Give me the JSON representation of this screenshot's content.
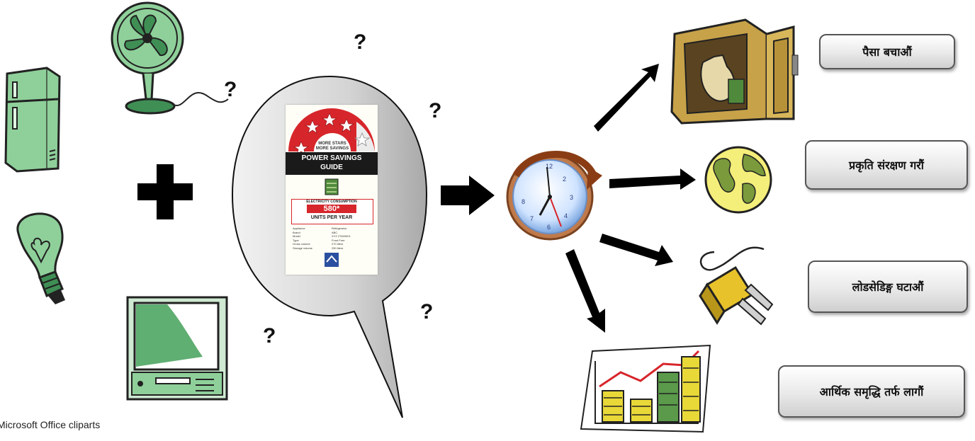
{
  "credit": "Microsoft Office cliparts",
  "question_mark": "?",
  "energy_label": {
    "stars_line1": "MORE STARS",
    "stars_line2": "MORE SAVINGS",
    "title_line1": "POWER SAVINGS",
    "title_line2": "GUIDE",
    "consumption_header": "ELECTRICITY CONSUMPTION",
    "consumption_value": "580*",
    "consumption_unit": "UNITS PER YEAR",
    "specs": [
      {
        "k": "Appliance",
        "v": "Refrigerator"
      },
      {
        "k": "Brand",
        "v": "ABC"
      },
      {
        "k": "Model",
        "v": "XYZ 27820001"
      },
      {
        "k": "Type",
        "v": "Frost Free"
      },
      {
        "k": "Gross volume",
        "v": "270 liters"
      },
      {
        "k": "Storage volume",
        "v": "250 liters"
      }
    ]
  },
  "outcomes": [
    {
      "label": "पैसा बचाऔं",
      "icon": "safe-icon"
    },
    {
      "label": "प्रकृति संरक्षण गरौं",
      "icon": "globe-icon"
    },
    {
      "label": "लोडसेडिङ्ग घटाऔं",
      "icon": "plug-icon"
    },
    {
      "label": "आर्थिक समृद्धि तर्फ लागौं",
      "icon": "growth-chart-icon"
    }
  ],
  "colors": {
    "appliance_green": "#8fcf9a",
    "dark_green": "#3f8f55",
    "bubble_gray": "#cfcfcf",
    "label_red": "#d7262b",
    "globe_yellow": "#f4ee7a"
  }
}
